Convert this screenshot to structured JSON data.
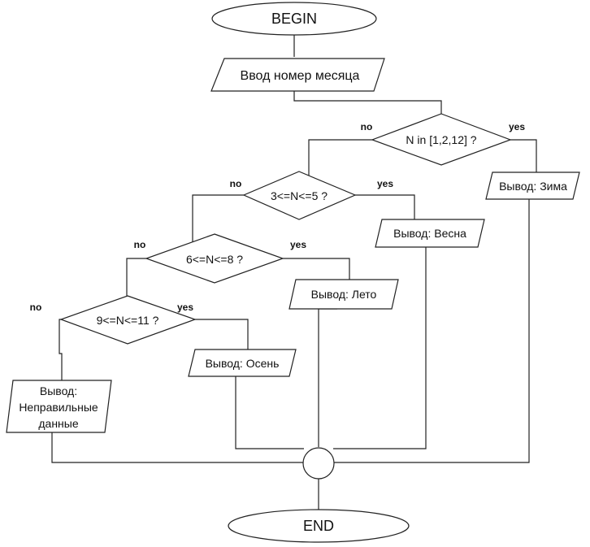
{
  "nodes": {
    "begin": "BEGIN",
    "input": "Ввод номер месяца",
    "cond_winter": "N in [1,2,12] ?",
    "out_winter": "Вывод: Зима",
    "cond_spring": "3<=N<=5 ?",
    "out_spring": "Вывод: Весна",
    "cond_summer": "6<=N<=8 ?",
    "out_summer": "Вывод: Лето",
    "cond_autumn": "9<=N<=11 ?",
    "out_autumn": "Вывод: Осень",
    "out_error": [
      "Вывод:",
      "Неправильные",
      "данные"
    ],
    "end": "END"
  },
  "branch_labels": {
    "no": "no",
    "yes": "yes"
  }
}
